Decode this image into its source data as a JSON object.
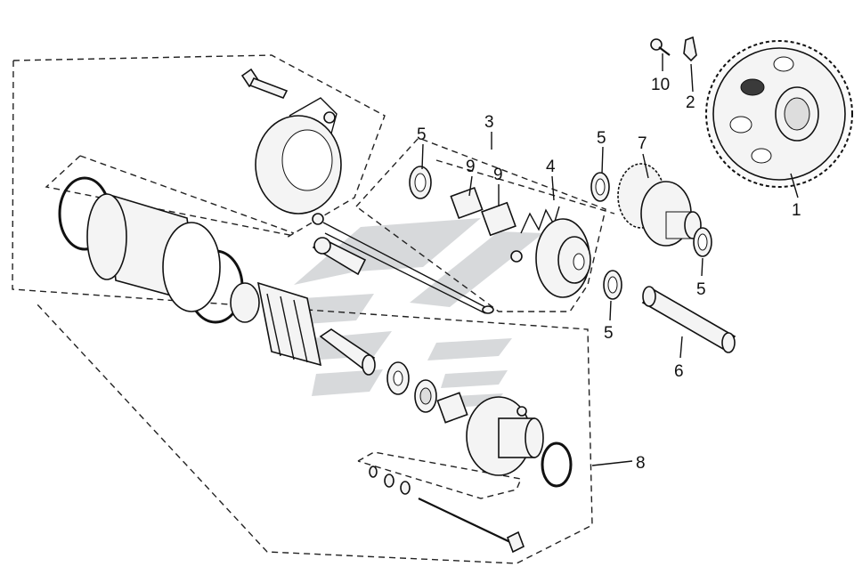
{
  "callouts": [
    {
      "id": "c1",
      "text": "1"
    },
    {
      "id": "c2",
      "text": "2"
    },
    {
      "id": "c3",
      "text": "3"
    },
    {
      "id": "c4",
      "text": "4"
    },
    {
      "id": "c5a",
      "text": "5"
    },
    {
      "id": "c5b",
      "text": "5"
    },
    {
      "id": "c5c",
      "text": "5"
    },
    {
      "id": "c5d",
      "text": "5"
    },
    {
      "id": "c6",
      "text": "6"
    },
    {
      "id": "c7",
      "text": "7"
    },
    {
      "id": "c8",
      "text": "8"
    },
    {
      "id": "c9a",
      "text": "9"
    },
    {
      "id": "c9b",
      "text": "9"
    },
    {
      "id": "c10",
      "text": "10"
    }
  ],
  "colors": {
    "line": "#111111",
    "watermark": "#c9cccf",
    "background": "#ffffff"
  },
  "icons": [
    "starter-motor",
    "ring-gear",
    "idler-gear",
    "shaft",
    "needle-bearing",
    "washer",
    "through-bolt"
  ]
}
